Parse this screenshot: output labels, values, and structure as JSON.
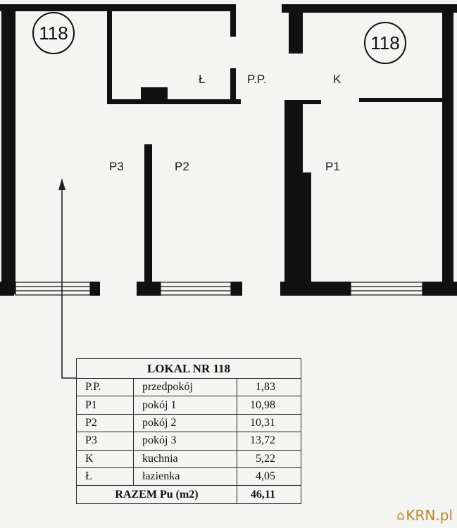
{
  "plan": {
    "unit_badge_left": "118",
    "unit_badge_right": "118",
    "rooms": {
      "lazienka": "Ł",
      "przedpokoj": "P.P.",
      "kuchnia": "K",
      "p3": "P3",
      "p2": "P2",
      "p1": "P1"
    }
  },
  "table": {
    "title": "LOKAL NR 118",
    "rows": [
      {
        "code": "P.P.",
        "name": "przedpokój",
        "area": "1,83"
      },
      {
        "code": "P1",
        "name": "pokój 1",
        "area": "10,98"
      },
      {
        "code": "P2",
        "name": "pokój 2",
        "area": "10,31"
      },
      {
        "code": "P3",
        "name": "pokój 3",
        "area": "13,72"
      },
      {
        "code": "K",
        "name": "kuchnia",
        "area": "5,22"
      },
      {
        "code": "Ł",
        "name": "łazienka",
        "area": "4,05"
      }
    ],
    "total_label": "RAZEM Pu (m2)",
    "total_value": "46,11"
  },
  "watermark": {
    "logo_text": "KRN.pl",
    "logo_icon": "house-icon",
    "color": "#b8862a"
  }
}
